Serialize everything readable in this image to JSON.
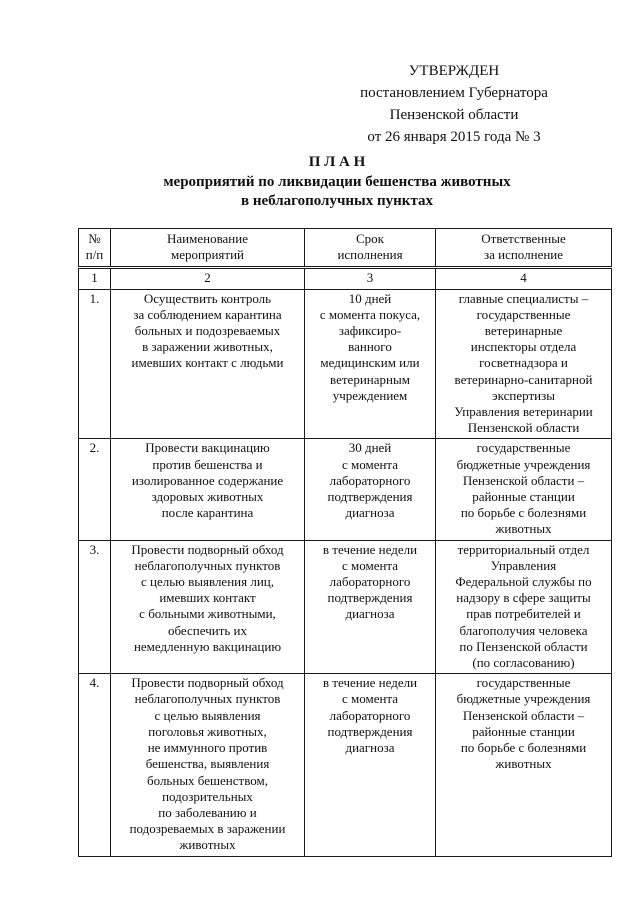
{
  "approval": {
    "lines": [
      "УТВЕРЖДЕН",
      "постановлением Губернатора",
      "Пензенской области",
      "от 26 января 2015 года № 3"
    ]
  },
  "title": {
    "line1": "П Л А Н",
    "line2": "мероприятий по ликвидации бешенства животных",
    "line3": "в неблагополучных пунктах"
  },
  "table": {
    "headers": [
      [
        "№",
        "п/п"
      ],
      [
        "Наименование",
        "мероприятий"
      ],
      [
        "Срок",
        "исполнения"
      ],
      [
        "Ответственные",
        "за исполнение"
      ]
    ],
    "column_numbers": [
      "1",
      "2",
      "3",
      "4"
    ],
    "rows": [
      {
        "num": "1.",
        "name": [
          "Осуществить контроль",
          "за соблюдением карантина",
          "больных и подозреваемых",
          "в заражении животных,",
          "имевших контакт с людьми"
        ],
        "term": [
          "10 дней",
          "с момента покуса,",
          "зафиксиро-",
          "ванного",
          "медицинским или",
          "ветеринарным",
          "учреждением"
        ],
        "responsible": [
          "главные специалисты –",
          "государственные",
          "ветеринарные",
          "инспекторы отдела",
          "госветнадзора и",
          "ветеринарно-санитарной",
          "экспертизы",
          "Управления ветеринарии",
          "Пензенской области"
        ]
      },
      {
        "num": "2.",
        "name": [
          "Провести вакцинацию",
          "против бешенства и",
          "изолированное содержание",
          "здоровых животных",
          "после карантина"
        ],
        "term": [
          "30 дней",
          "с момента",
          "лабораторного",
          "подтверждения",
          "диагноза"
        ],
        "responsible": [
          "государственные",
          "бюджетные учреждения",
          "Пензенской области –",
          "районные станции",
          "по борьбе с болезнями",
          "животных"
        ]
      },
      {
        "num": "3.",
        "name": [
          "Провести подворный обход",
          "неблагополучных пунктов",
          "с целью выявления лиц,",
          "имевших контакт",
          "с больными животными,",
          "обеспечить их",
          "немедленную вакцинацию"
        ],
        "term": [
          "в течение недели",
          "с момента",
          "лабораторного",
          "подтверждения",
          "диагноза"
        ],
        "responsible": [
          "территориальный отдел",
          "Управления",
          "Федеральной службы по",
          "надзору в сфере защиты",
          "прав потребителей и",
          "благополучия человека",
          "по Пензенской области",
          "(по согласованию)"
        ]
      },
      {
        "num": "4.",
        "name": [
          "Провести подворный обход",
          "неблагополучных пунктов",
          "с целью выявления",
          "поголовья животных,",
          "не иммунного против",
          "бешенства, выявления",
          "больных бешенством,",
          "подозрительных",
          "по заболеванию и",
          "подозреваемых в заражении",
          "животных"
        ],
        "term": [
          "в течение недели",
          "с момента",
          "лабораторного",
          "подтверждения",
          "диагноза"
        ],
        "responsible": [
          "государственные",
          "бюджетные учреждения",
          "Пензенской области –",
          "районные станции",
          "по борьбе с болезнями",
          "животных"
        ]
      }
    ]
  }
}
